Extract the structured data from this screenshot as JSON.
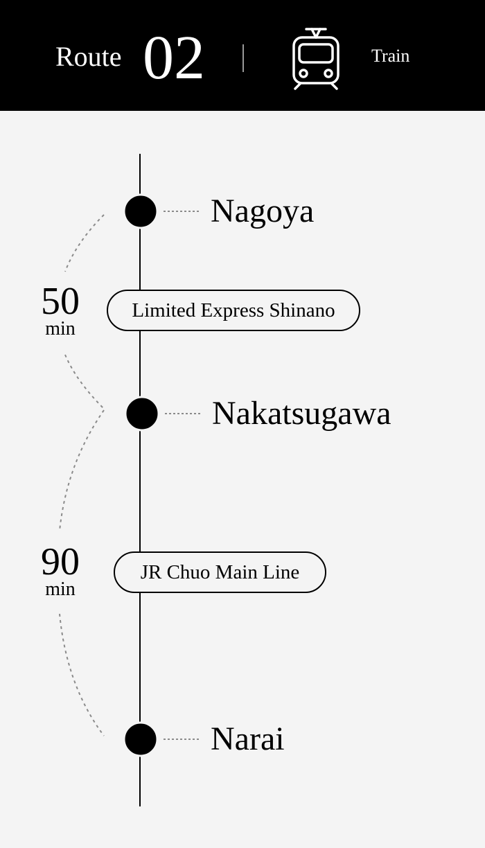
{
  "header": {
    "route_word": "Route",
    "route_number": "02",
    "mode_label": "Train",
    "mode_icon": "train-icon"
  },
  "stations": [
    {
      "name": "Nagoya"
    },
    {
      "name": "Nakatsugawa"
    },
    {
      "name": "Narai"
    }
  ],
  "segments": [
    {
      "line": "Limited Express Shinano",
      "duration": "50",
      "unit": "min"
    },
    {
      "line": "JR Chuo Main Line",
      "duration": "90",
      "unit": "min"
    }
  ],
  "colors": {
    "header_bg": "#000000",
    "header_text": "#ffffff",
    "page_bg": "#f4f4f4",
    "accent": "#000000",
    "dashed": "#8a8a8a"
  }
}
